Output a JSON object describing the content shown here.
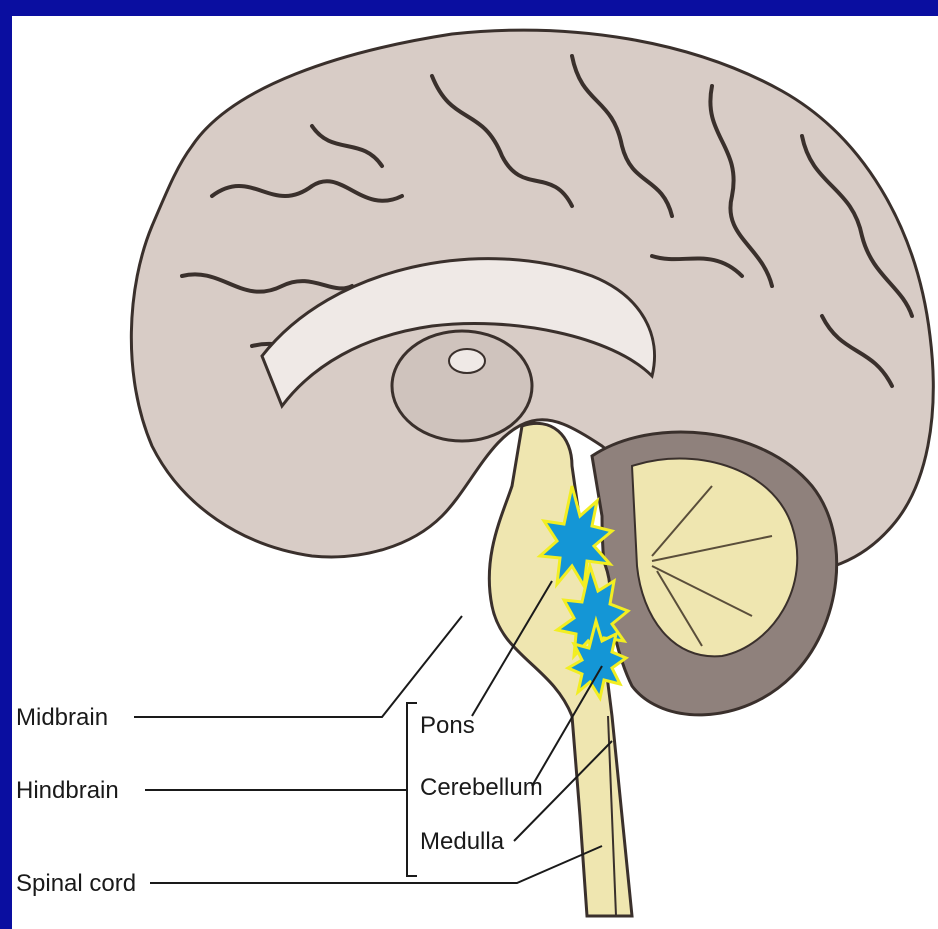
{
  "labels": {
    "midbrain": "Midbrain",
    "hindbrain": "Hindbrain",
    "spinal_cord": "Spinal cord",
    "pons": "Pons",
    "cerebellum": "Cerebellum",
    "medulla": "Medulla"
  },
  "colors": {
    "frame": "#0a0ea0",
    "cortex": "#d8ccc6",
    "cortex_shade": "#bfb1aa",
    "brainstem": "#efe6b0",
    "cerebellum_dark": "#8f817c",
    "highlight_fill": "#1496d6",
    "highlight_stroke": "#f2ee22"
  },
  "highlights": {
    "count": 3,
    "shape": "burst"
  }
}
